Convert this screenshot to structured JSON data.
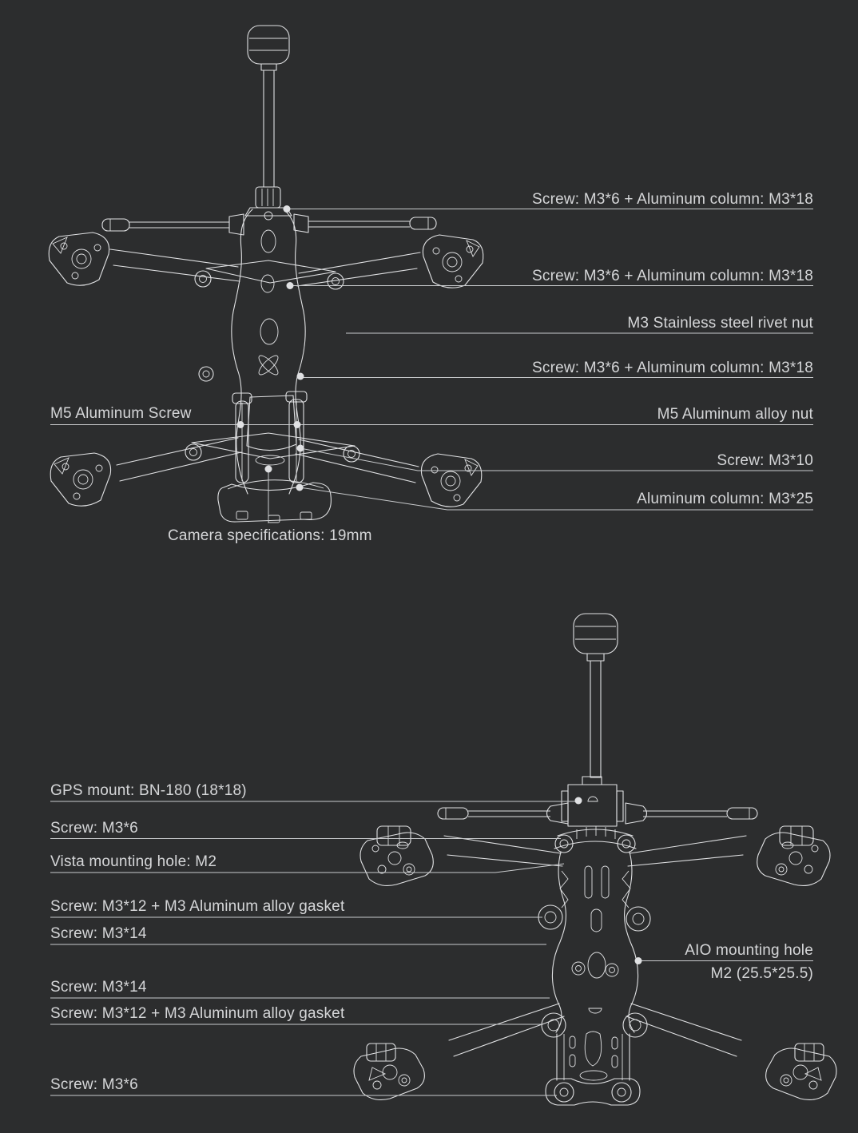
{
  "theme": {
    "bg": "#2c2d2e",
    "line": "#e0e1e3",
    "leader": "#c9cbcd",
    "text": "#d5d6d8"
  },
  "top_view": {
    "labels_right": [
      {
        "id": "screw-column-top",
        "text": "Screw: M3*6 + Aluminum column: M3*18"
      },
      {
        "id": "screw-column-mid",
        "text": "Screw: M3*6 + Aluminum column: M3*18"
      },
      {
        "id": "rivet-nut",
        "text": "M3 Stainless steel rivet nut"
      },
      {
        "id": "screw-column-low",
        "text": "Screw: M3*6 + Aluminum column: M3*18"
      },
      {
        "id": "m5-alloy-nut",
        "text": "M5 Aluminum alloy nut"
      },
      {
        "id": "screw-m3-10",
        "text": "Screw: M3*10"
      },
      {
        "id": "aluminum-column-25",
        "text": "Aluminum column: M3*25"
      }
    ],
    "label_left": {
      "id": "m5-aluminum-screw",
      "text": "M5 Aluminum Screw"
    },
    "label_bottom": {
      "id": "camera-spec",
      "text": "Camera specifications: 19mm"
    }
  },
  "bottom_view": {
    "labels_left": [
      "GPS mount: BN-180 (18*18)",
      "Screw: M3*6",
      "Vista mounting hole: M2",
      "Screw: M3*12 + M3 Aluminum alloy gasket",
      "Screw: M3*14",
      "Screw: M3*14",
      "Screw: M3*12 + M3 Aluminum alloy gasket",
      "Screw: M3*6"
    ],
    "label_right": {
      "line1": "AIO mounting hole",
      "line2": "M2 (25.5*25.5)"
    }
  }
}
